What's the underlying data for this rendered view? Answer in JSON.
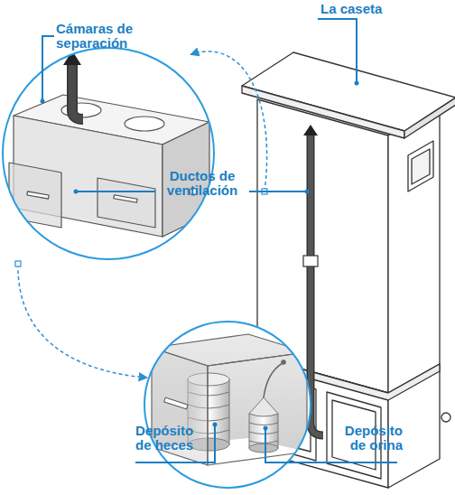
{
  "diagram": {
    "labels": [
      "La caseta",
      "Cámaras de separación",
      "Ductos de ventilación",
      "Depósito de heces",
      "Depósito de orina"
    ]
  }
}
